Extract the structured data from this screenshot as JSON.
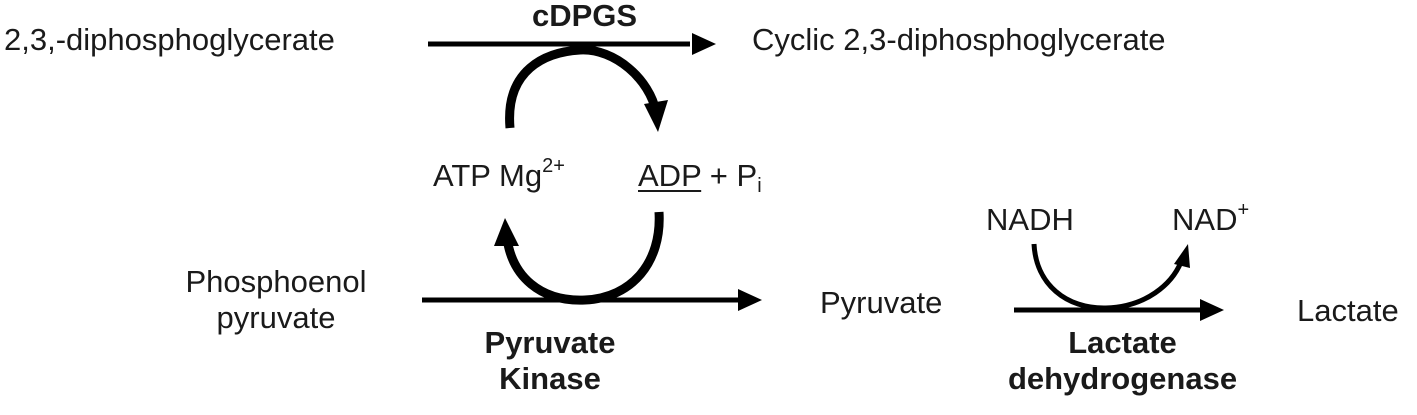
{
  "substrates": {
    "dpg": "2,3,-diphosphoglycerate",
    "cyclic_dpg": "Cyclic 2,3-diphosphoglycerate",
    "pep_line1": "Phosphoenol",
    "pep_line2": "pyruvate",
    "pyruvate": "Pyruvate",
    "lactate": "Lactate"
  },
  "enzymes": {
    "cdpgs": "cDPGS",
    "pk_line1": "Pyruvate",
    "pk_line2": "Kinase",
    "ldh_line1": "Lactate",
    "ldh_line2": "dehydrogenase"
  },
  "cofactors": {
    "atp": "ATP Mg",
    "atp_charge": "2+",
    "adp": "ADP",
    "plus_p": " + P",
    "p_sub": "i",
    "nadh": "NADH",
    "nad": "NAD",
    "nad_charge": "+"
  },
  "colors": {
    "ink": "#000000",
    "text": "#1a1a1a"
  }
}
